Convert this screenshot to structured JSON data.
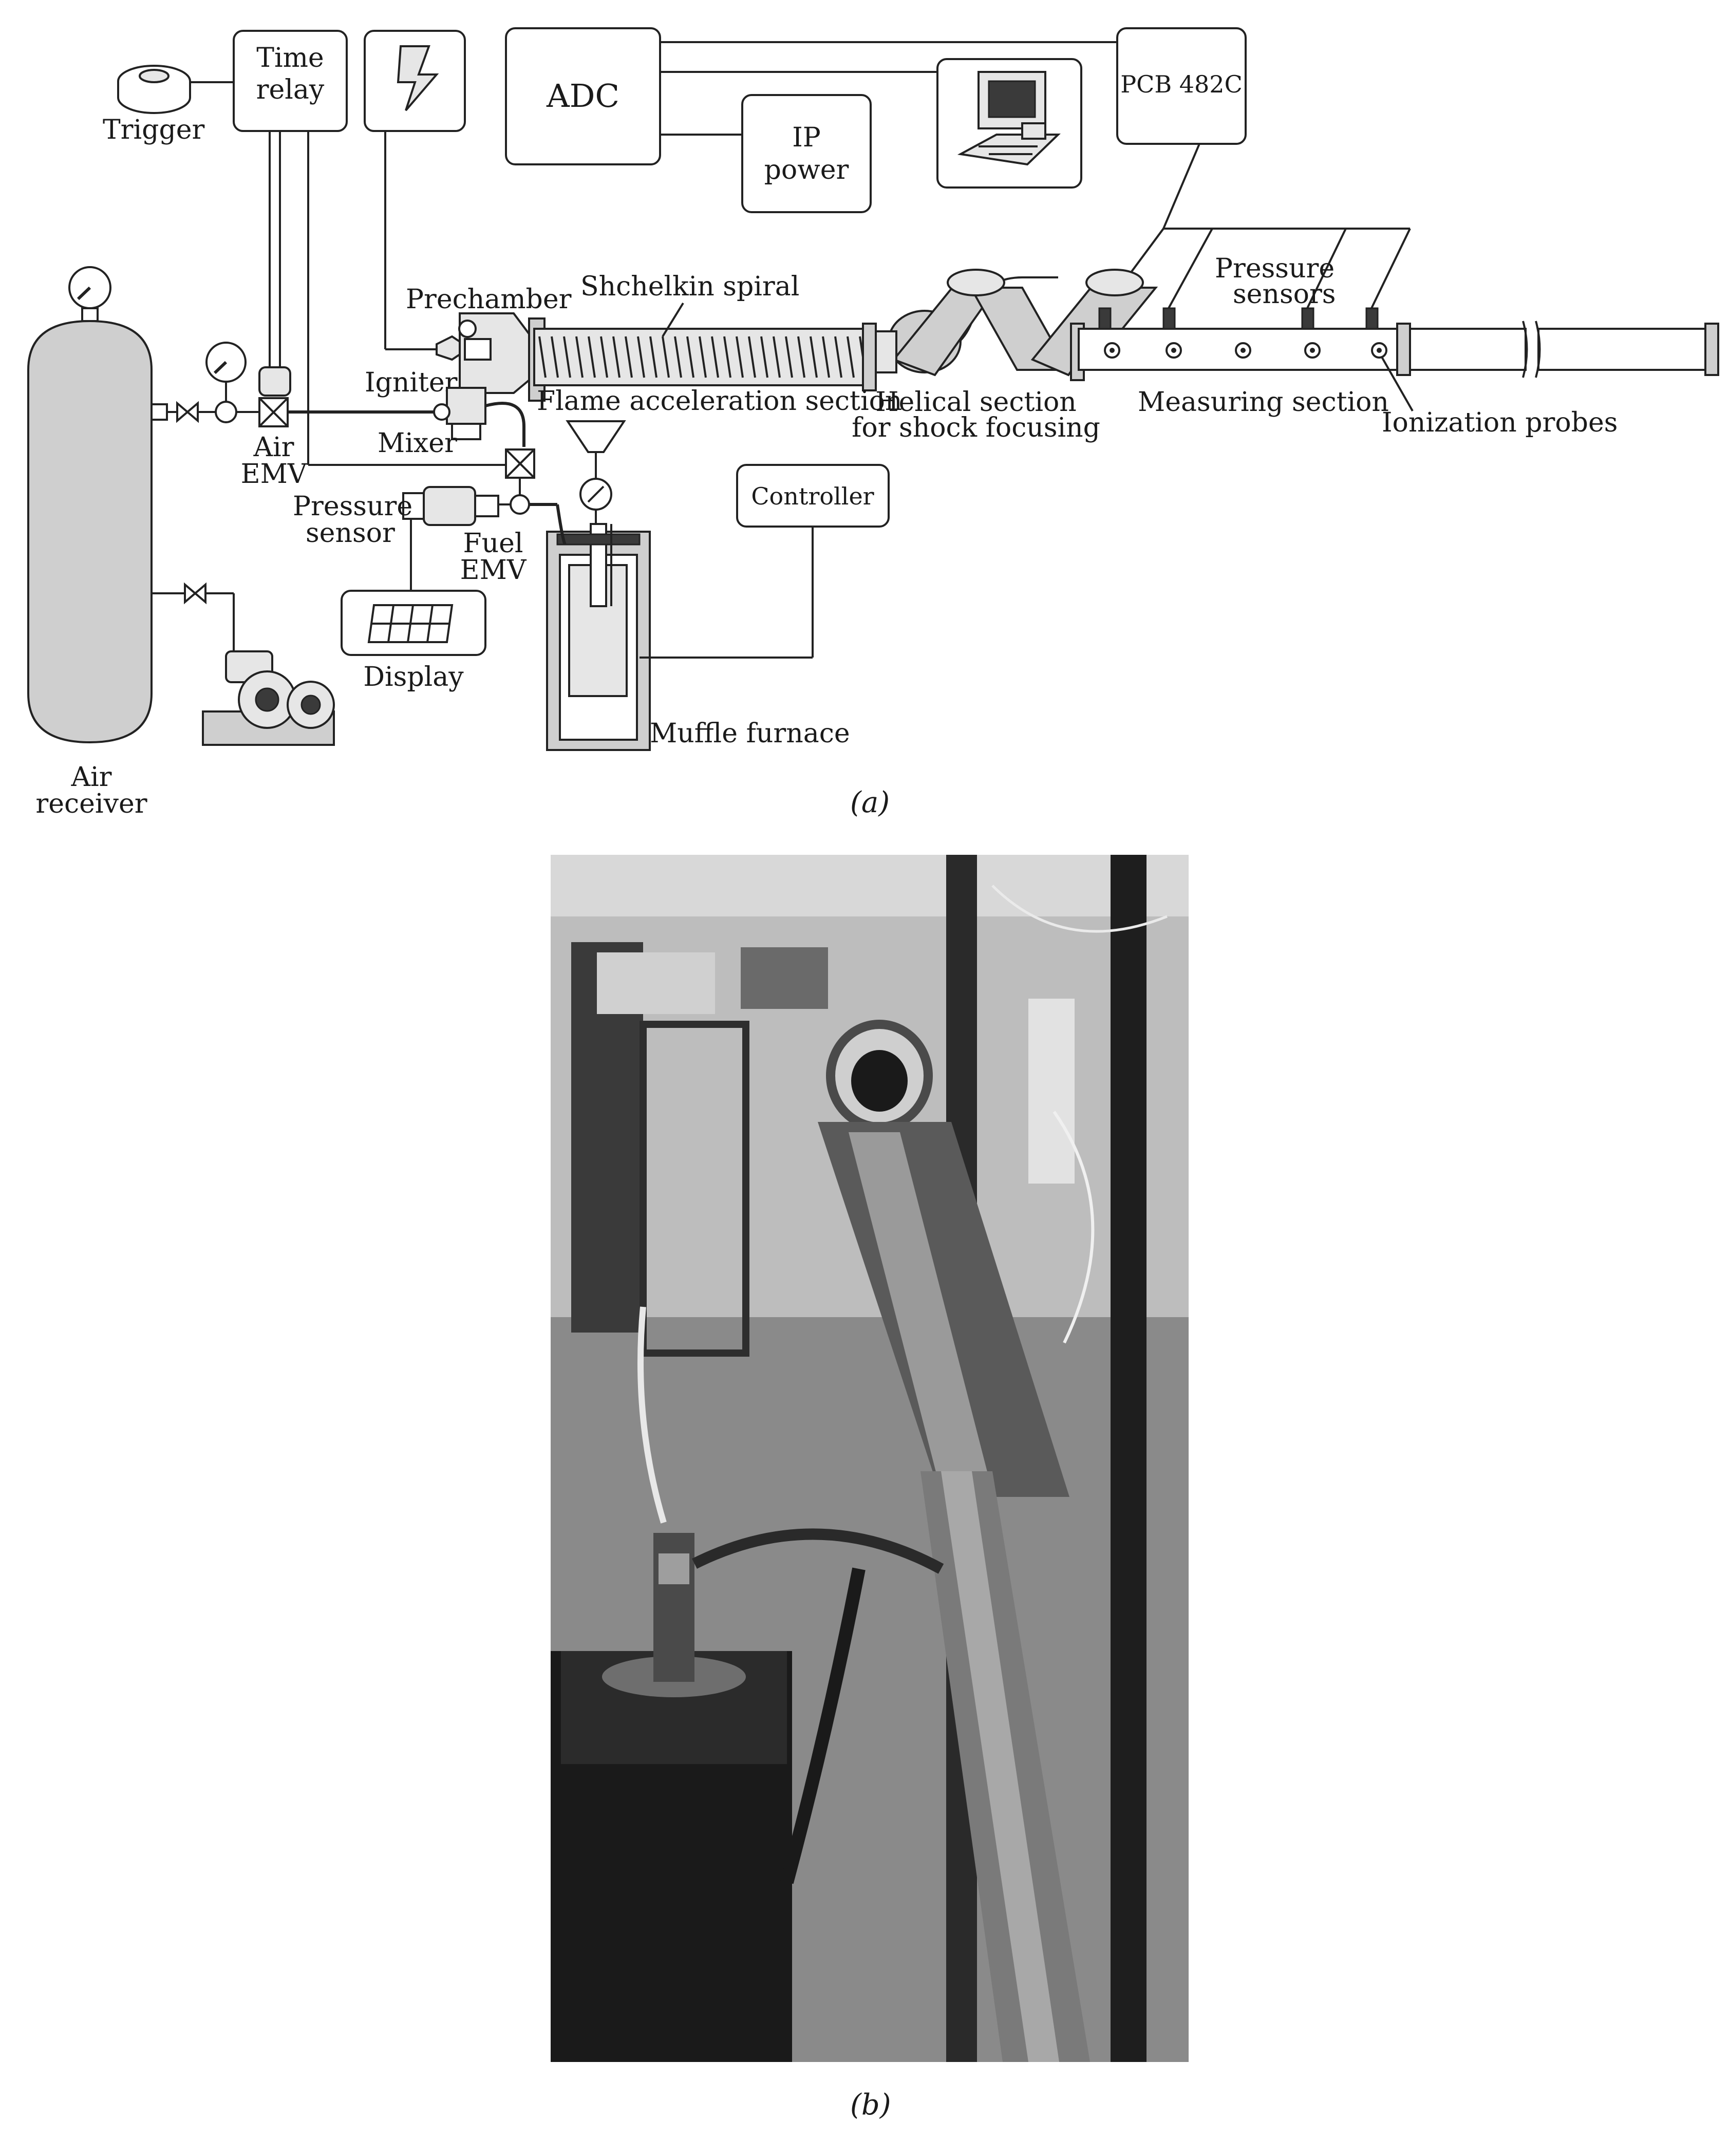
{
  "figure_a": {
    "caption": "(a)",
    "labels": {
      "trigger": "Trigger",
      "time_relay_1": "Time",
      "time_relay_2": "relay",
      "adc": "ADC",
      "ip_power_1": "IP",
      "ip_power_2": "power",
      "pcb": "PCB 482C",
      "prechamber": "Prechamber",
      "shchelkin_spiral": "Shchelkin spiral",
      "pressure_sensors_1": "Pressure",
      "pressure_sensors_2": "sensors",
      "igniter": "Igniter",
      "flame_section": "Flame acceleration section",
      "helical_1": "Helical section",
      "helical_2": "for shock focusing",
      "measuring_section": "Measuring section",
      "ionization_probes": "Ionization probes",
      "mixer": "Mixer",
      "air_emv_1": "Air",
      "air_emv_2": "EMV",
      "controller": "Controller",
      "pressure_sensor_1": "Pressure",
      "pressure_sensor_2": "sensor",
      "fuel_emv_1": "Fuel",
      "fuel_emv_2": "EMV",
      "display": "Display",
      "muffle_furnace": "Muffle furnace",
      "air_receiver_1": "Air",
      "air_receiver_2": "receiver"
    }
  },
  "figure_b": {
    "caption": "(b)"
  }
}
